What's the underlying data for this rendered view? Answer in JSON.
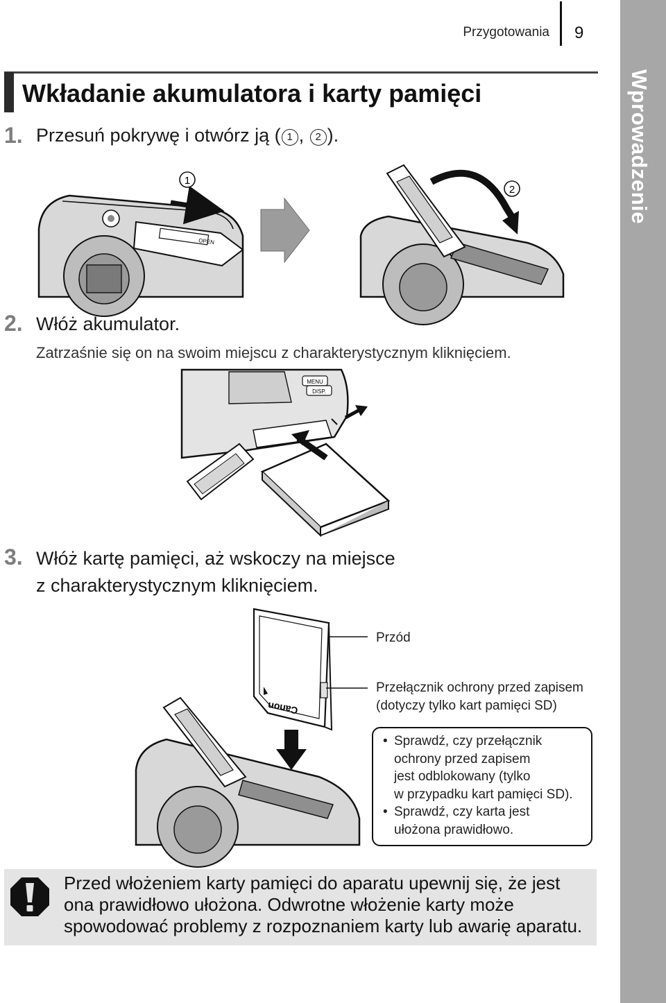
{
  "header": {
    "section": "Przygotowania",
    "page": "9"
  },
  "side_tab": {
    "label": "Wprowadzenie"
  },
  "title": "Wkładanie akumulatora i karty pamięci",
  "steps": [
    {
      "num": "1.",
      "text_before": "Przesuń pokrywę i otwórz ją (",
      "mark1": "1",
      "sep": ", ",
      "mark2": "2",
      "text_after": ")."
    },
    {
      "num": "2.",
      "text": "Włóż akumulator.",
      "sub": "Zatrzaśnie się on na swoim miejscu z charakterystycznym kliknięciem."
    },
    {
      "num": "3.",
      "line1": "Włóż kartę pamięci, aż wskoczy na miejsce",
      "line2": "z charakterystycznym kliknięciem."
    }
  ],
  "figure1": {
    "label1": "1",
    "label2": "2",
    "cover_text": "OPEN"
  },
  "figure2": {
    "button1": "MENU",
    "button2": "DISP."
  },
  "figure3": {
    "callout_front": "Przód",
    "callout_switch_1": "Przełącznik ochrony przed zapisem",
    "callout_switch_2": "(dotyczy tylko kart pamięci SD)",
    "card_brand": "Canon",
    "notes": [
      [
        "Sprawdź, czy przełącznik",
        "ochrony przed zapisem",
        "jest odblokowany (tylko",
        "w przypadku kart pamięci SD)."
      ],
      [
        "Sprawdź, czy karta jest",
        "ułożona prawidłowo."
      ]
    ]
  },
  "warning": {
    "line1": "Przed włożeniem karty pamięci do aparatu upewnij się, że jest",
    "line2": "ona prawidłowo ułożona. Odwrotne włożenie karty może",
    "line3": "spowodować problemy z rozpoznaniem karty lub awarię aparatu."
  }
}
